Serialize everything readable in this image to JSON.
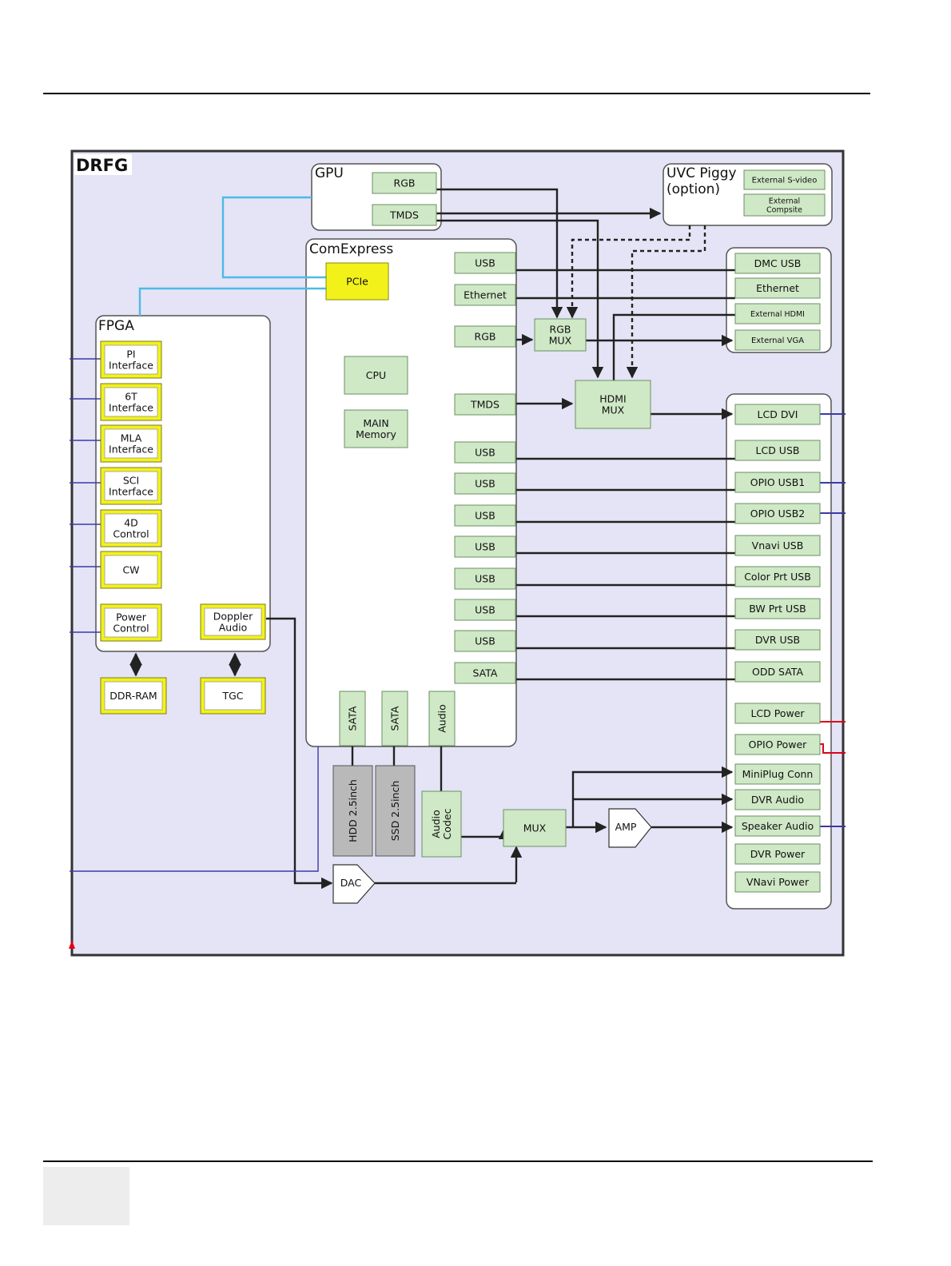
{
  "diagram_title": "DRFG",
  "colors": {
    "background": "#e4e4f6",
    "green": "#cfe8c6",
    "yellow": "#f2f21a",
    "grey": "#b9b9b9",
    "pcie_link": "#4fb9e6",
    "side_blue": "#3a3aa6",
    "side_red": "#e2001a"
  },
  "groups": {
    "gpu": "GPU",
    "uvc_line1": "UVC Piggy",
    "uvc_line2": "(option)",
    "comexpress": "ComExpress",
    "fpga": "FPGA"
  },
  "gpu_blocks": {
    "rgb": "RGB",
    "tmds": "TMDS"
  },
  "uvc_blocks": {
    "svideo": "External S-video",
    "composite_line1": "External",
    "composite_line2": "Compsite"
  },
  "comexpress_blocks": {
    "pcie": "PCIe",
    "cpu": "CPU",
    "memory_line1": "MAIN",
    "memory_line2": "Memory",
    "usb": "USB",
    "ethernet": "Ethernet",
    "rgb": "RGB",
    "tmds": "TMDS",
    "sata": "SATA",
    "audio": "Audio"
  },
  "mux_blocks": {
    "rgb_mux_line1": "RGB",
    "rgb_mux_line2": "MUX",
    "hdmi_mux_line1": "HDMI",
    "hdmi_mux_line2": "MUX",
    "audio_mux": "MUX",
    "amp": "AMP",
    "dac": "DAC"
  },
  "fpga_blocks": [
    {
      "line1": "PI",
      "line2": "Interface"
    },
    {
      "line1": "6T",
      "line2": "Interface"
    },
    {
      "line1": "MLA",
      "line2": "Interface"
    },
    {
      "line1": "SCI",
      "line2": "Interface"
    },
    {
      "line1": "4D",
      "line2": "Control"
    },
    {
      "line1": "CW",
      "line2": ""
    },
    {
      "line1": "Power",
      "line2": "Control"
    },
    {
      "line1": "Doppler",
      "line2": "Audio"
    }
  ],
  "memory_blocks": {
    "ddr": "DDR-RAM",
    "tgc": "TGC"
  },
  "storage": {
    "hdd": "HDD 2.5inch",
    "ssd": "SSD 2.5inch",
    "codec_line1": "Audio",
    "codec_line2": "Codec"
  },
  "top_ports": [
    "DMC USB",
    "Ethernet",
    "External HDMI",
    "External VGA"
  ],
  "right_ports": [
    "LCD DVI",
    "LCD USB",
    "OPIO USB1",
    "OPIO USB2",
    "Vnavi USB",
    "Color Prt USB",
    "BW Prt USB",
    "DVR USB",
    "ODD SATA",
    "LCD Power",
    "OPIO Power",
    "MiniPlug Conn",
    "DVR Audio",
    "Speaker Audio",
    "DVR Power",
    "VNavi Power"
  ]
}
